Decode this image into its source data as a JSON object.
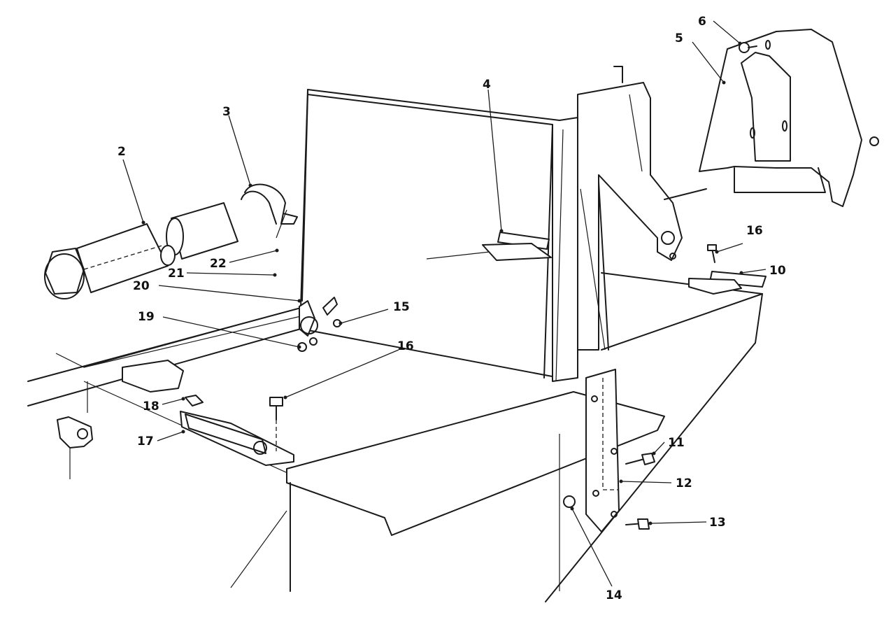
{
  "diagram": {
    "callouts": [
      {
        "id": "c2",
        "text": "2"
      },
      {
        "id": "c3",
        "text": "3"
      },
      {
        "id": "c4",
        "text": "4"
      },
      {
        "id": "c5",
        "text": "5"
      },
      {
        "id": "c6",
        "text": "6"
      },
      {
        "id": "c10",
        "text": "10"
      },
      {
        "id": "c11",
        "text": "11"
      },
      {
        "id": "c12",
        "text": "12"
      },
      {
        "id": "c13",
        "text": "13"
      },
      {
        "id": "c14",
        "text": "14"
      },
      {
        "id": "c15",
        "text": "15"
      },
      {
        "id": "c16a",
        "text": "16"
      },
      {
        "id": "c16b",
        "text": "16"
      },
      {
        "id": "c17",
        "text": "17"
      },
      {
        "id": "c18",
        "text": "18"
      },
      {
        "id": "c19",
        "text": "19"
      },
      {
        "id": "c20",
        "text": "20"
      },
      {
        "id": "c21",
        "text": "21"
      },
      {
        "id": "c22",
        "text": "22"
      }
    ]
  }
}
